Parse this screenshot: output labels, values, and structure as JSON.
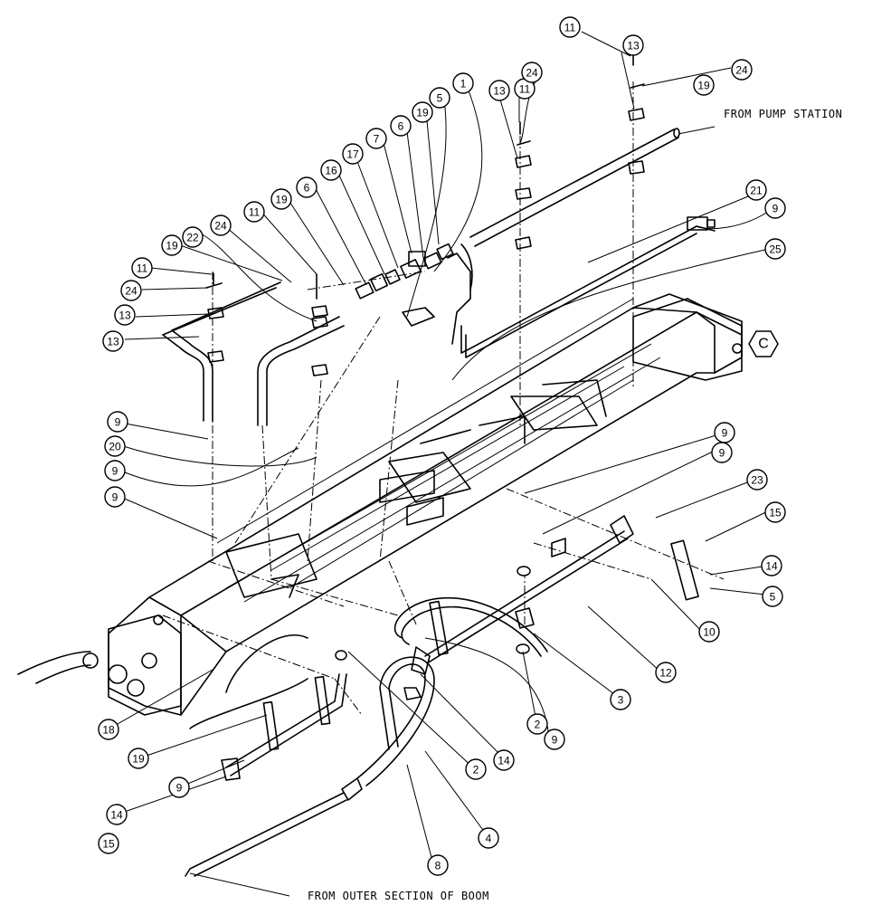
{
  "notes": {
    "from_pump_station": "FROM PUMP STATION",
    "from_outer_section": "FROM OUTER SECTION OF BOOM"
  },
  "detail_callout": "C",
  "balloons": [
    "11",
    "24",
    "13",
    "11",
    "24",
    "1",
    "13",
    "5",
    "19",
    "6",
    "7",
    "17",
    "16",
    "6",
    "19",
    "11",
    "24",
    "22",
    "19",
    "11",
    "24",
    "13",
    "13",
    "21",
    "9",
    "25",
    "9",
    "20",
    "9",
    "9",
    "9",
    "9",
    "23",
    "15",
    "14",
    "5",
    "10",
    "12",
    "3",
    "2",
    "18",
    "9",
    "14",
    "2",
    "19",
    "14",
    "9",
    "15",
    "4",
    "8",
    "19"
  ]
}
